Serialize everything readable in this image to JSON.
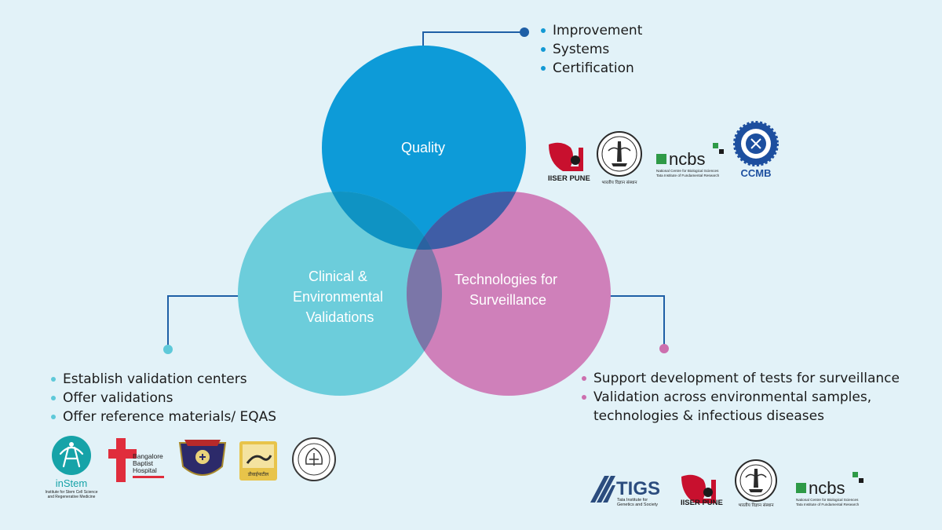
{
  "circles": {
    "quality": {
      "label": "Quality",
      "color": "#0d9bd8"
    },
    "clinical": {
      "label_lines": [
        "Clinical &",
        "Environmental",
        "Validations"
      ],
      "color": "#6ccddb"
    },
    "technologies": {
      "label_lines": [
        "Technologies for",
        "Surveillance"
      ],
      "color": "#cf80ba"
    }
  },
  "quality_points": [
    "Improvement",
    "Systems",
    "Certification"
  ],
  "clinical_points": [
    "Establish validation centers",
    "Offer validations",
    "Offer reference materials/ EQAS"
  ],
  "technology_points": [
    "Support development of tests for surveillance",
    "Validation across environmental samples, technologies & infectious diseases"
  ],
  "logos": {
    "iiser": {
      "text": "IISER PUNE",
      "color": "#c8102e"
    },
    "seal_caption": "भारतीय विज्ञान संस्थान",
    "ncbs": {
      "name": "ncbs",
      "line1": "National Centre for Biological Sciences",
      "line2": "Tata Institute of Fundamental Research",
      "color": "#2e9a47"
    },
    "ccmb": {
      "text": "CCMB",
      "color": "#1d4f9f"
    },
    "instem": {
      "name": "inStem",
      "line1": "Institute for Stem Cell Science",
      "line2": "and Regenerative Medicine",
      "color": "#16a3a8"
    },
    "bbh": {
      "line1": "Bangalore",
      "line2": "Baptist",
      "line3": "Hospital",
      "color": "#e02d3c"
    },
    "dy_patil": {
      "text": "डीवाईपाटील"
    },
    "tigs": {
      "name": "TIGS",
      "line1": "Tata Institute for",
      "line2": "Genetics and Society",
      "color": "#2b4c7e"
    }
  }
}
